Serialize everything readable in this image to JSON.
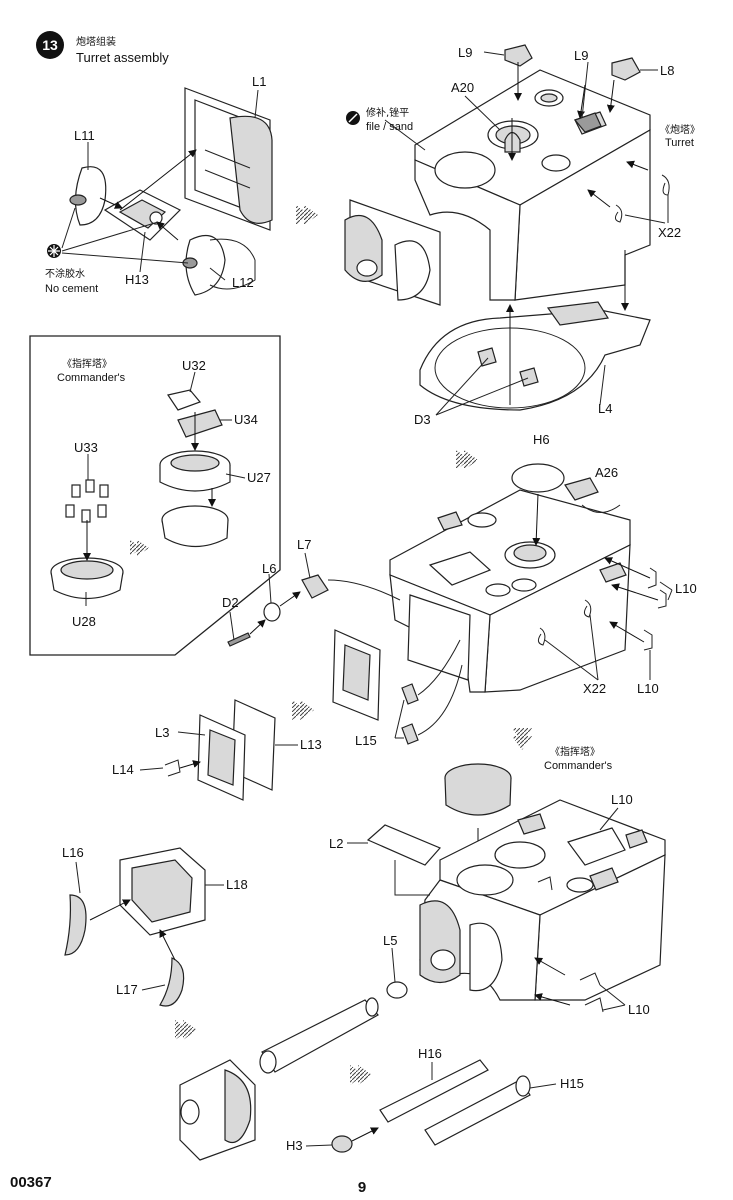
{
  "step": {
    "number": "13",
    "title_cn": "炮塔组装",
    "title_en": "Turret assembly"
  },
  "notes": {
    "file_sand_cn": "修补,锉平",
    "file_sand_en": "file / sand",
    "no_cement_cn": "不涂胶水",
    "no_cement_en": "No cement",
    "turret_cn": "《炮塔》",
    "turret_en": "Turret",
    "commanders_cn": "《指挥塔》",
    "commanders_en": "Commander's"
  },
  "labels": {
    "L1": "L1",
    "L11": "L11",
    "H13": "H13",
    "L12": "L12",
    "L9a": "L9",
    "L9b": "L9",
    "L8": "L8",
    "A20": "A20",
    "X22a": "X22",
    "D3": "D3",
    "L4": "L4",
    "U32": "U32",
    "U34": "U34",
    "U27": "U27",
    "U33": "U33",
    "U28": "U28",
    "H6": "H6",
    "A26": "A26",
    "L10a": "L10",
    "L10b": "L10",
    "X22b": "X22",
    "L7": "L7",
    "L6": "L6",
    "D2": "D2",
    "L15": "L15",
    "L3": "L3",
    "L13": "L13",
    "L14": "L14",
    "L10c": "L10",
    "L2": "L2",
    "L16": "L16",
    "L18": "L18",
    "L17": "L17",
    "L5": "L5",
    "L10d": "L10",
    "H16": "H16",
    "H15": "H15",
    "H3": "H3"
  },
  "footer": {
    "kit_number": "00367",
    "page_number": "9"
  }
}
